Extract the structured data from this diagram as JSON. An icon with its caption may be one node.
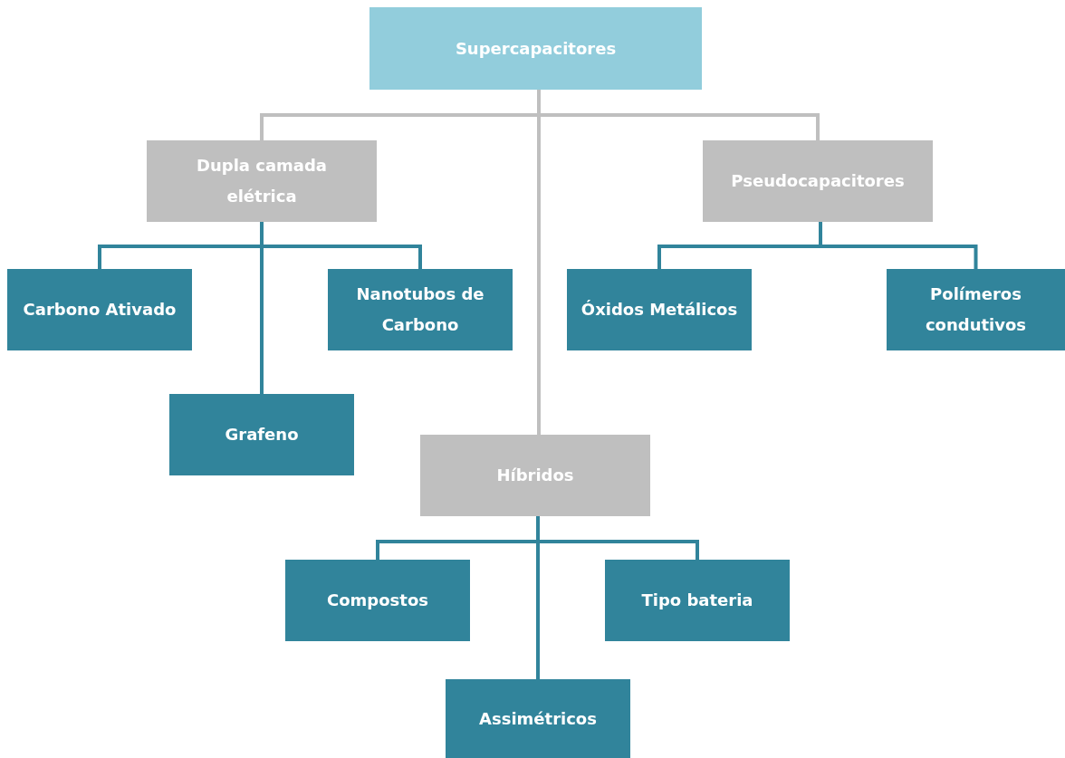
{
  "diagram": {
    "nodes": [
      {
        "text": [
          "Supercapacitores"
        ]
      },
      {
        "text": [
          "Dupla camada elétrica"
        ]
      },
      {
        "text": [
          "Pseudocapacitores"
        ]
      },
      {
        "text": [
          "Carbono Ativado"
        ]
      },
      {
        "text": [
          "Nanotubos de Carbono"
        ]
      },
      {
        "text": [
          "Grafeno"
        ]
      },
      {
        "text": [
          "Óxidos Metálicos"
        ]
      },
      {
        "text": [
          "Polímeros condutivos"
        ]
      },
      {
        "text": [
          "Híbridos"
        ]
      },
      {
        "text": [
          "Compostos"
        ]
      },
      {
        "text": [
          "Tipo bateria"
        ]
      },
      {
        "text": [
          "Assimétricos"
        ]
      }
    ],
    "edges": [
      {
        "from": 0,
        "to": 1,
        "arrow": "none",
        "color": "#bfbfbf"
      },
      {
        "from": 0,
        "to": 2,
        "arrow": "none",
        "color": "#bfbfbf"
      },
      {
        "from": 0,
        "to": 8,
        "arrow": "none",
        "color": "#bfbfbf"
      },
      {
        "from": 1,
        "to": 3,
        "arrow": "none"
      },
      {
        "from": 1,
        "to": 4,
        "arrow": "none"
      },
      {
        "from": 1,
        "to": 5,
        "arrow": "none"
      },
      {
        "from": 2,
        "to": 6,
        "arrow": "none"
      },
      {
        "from": 2,
        "to": 7,
        "arrow": "none"
      },
      {
        "from": 8,
        "to": 9,
        "arrow": "none"
      },
      {
        "from": 8,
        "to": 10,
        "arrow": "none"
      },
      {
        "from": 8,
        "to": 11,
        "arrow": "none"
      }
    ]
  }
}
